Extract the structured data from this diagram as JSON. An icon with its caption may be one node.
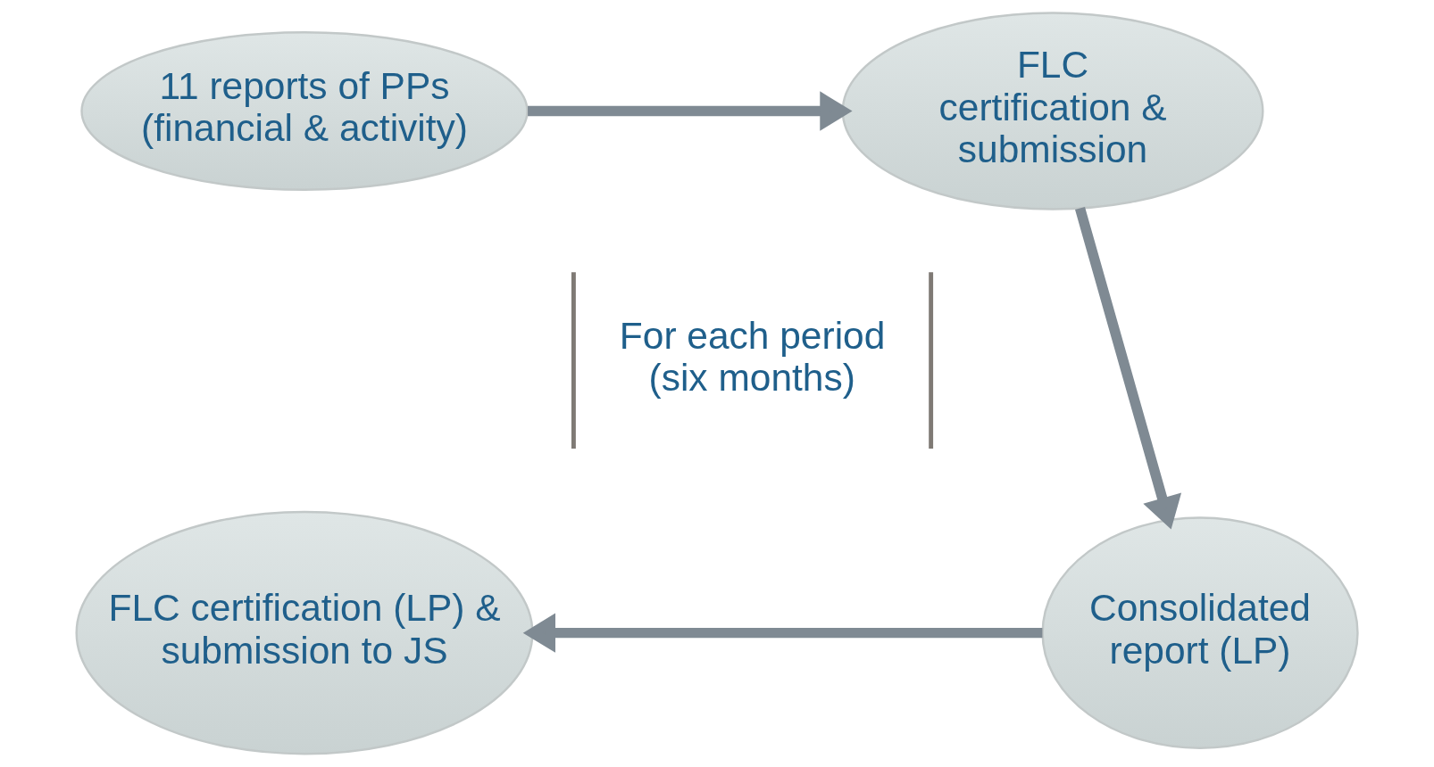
{
  "diagram": {
    "nodes": [
      {
        "text": [
          "11 reports of PPs (financial & activity)"
        ]
      },
      {
        "text": [
          "FLC certification & submission"
        ]
      },
      {
        "text": [
          "Consolidated report (LP)"
        ]
      },
      {
        "text": [
          "FLC certification (LP) & submission to JS"
        ]
      }
    ],
    "edges": [
      {
        "from": 0,
        "to": 1,
        "arrow": "to"
      },
      {
        "from": 1,
        "to": 2,
        "arrow": "to"
      },
      {
        "from": 2,
        "to": 3,
        "arrow": "to"
      }
    ],
    "labels": [
      "For each period (six months)"
    ]
  }
}
